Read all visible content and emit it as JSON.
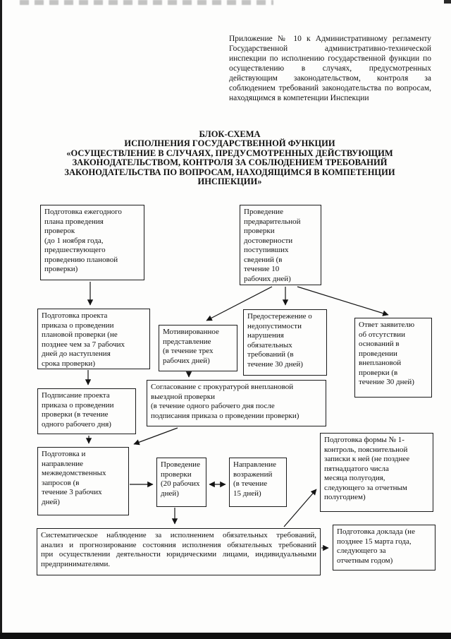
{
  "document": {
    "header_note": "Приложение № 10 к Административному регламенту Государственной административно-технической инспекции по исполнению государственной функции по осуществлению в случаях, предусмотренных действующим законодательством, контроля за соблюдением требований законодательства по вопросам, находящимся в компетенции Инспекции",
    "title_lines": [
      "БЛОК-СХЕМА",
      "ИСПОЛНЕНИЯ ГОСУДАРСТВЕННОЙ ФУНКЦИИ",
      "«ОСУЩЕСТВЛЕНИЕ В СЛУЧАЯХ, ПРЕДУСМОТРЕННЫХ ДЕЙСТВУЮЩИМ",
      "ЗАКОНОДАТЕЛЬСТВОМ, КОНТРОЛЯ ЗА СОБЛЮДЕНИЕМ ТРЕБОВАНИЙ",
      "ЗАКОНОДАТЕЛЬСТВА ПО ВОПРОСАМ, НАХОДЯЩИМСЯ В КОМПЕТЕНЦИИ",
      "ИНСПЕКЦИИ»"
    ]
  },
  "flowchart": {
    "nodes": {
      "annual_plan": "Подготовка ежегодного\nплана проведения\nпроверок\n(до 1 ноября года,\nпредшествующего\nпроведению плановой\nпроверки)",
      "preliminary_check": "Проведение\nпредварительной\nпроверки\nдостоверности\nпоступивших\nсведений (в\nтечение 10\nрабочих дней)",
      "draft_order_planned": "Подготовка проекта\nприказа о проведении\nплановой проверки (не\nпозднее чем за 7 рабочих\nдней до наступления\nсрока проверки)",
      "motivated_submission": "Мотивированное\nпредставление\n(в течение трех\nрабочих дней)",
      "caution_notice": "Предостережение о\nнедопустимости\nнарушения\nобязательных\nтребований (в\nтечение 30 дней)",
      "reply_to_applicant": "Ответ заявителю\nоб отсутствии\nоснований в\nпроведении\nвнеплановой\nпроверки (в\nтечение 30 дней)",
      "prosecutor_approval": "Согласование с прокуратурой внеплановой\nвыездной проверки\n(в течение одного рабочего дня после\nподписания приказа о проведении проверки)",
      "order_signing": "Подписание проекта\nприказа о проведении\nпроверки (в течение\nодного рабочего дня)",
      "interagency_requests": "Подготовка и\nнаправление\nмежведомственных\nзапросов (в\nтечение 3 рабочих\nдней)",
      "inspection": "Проведение\nпроверки\n(20 рабочих\nдней)",
      "objections": "Направление\nвозражений\n(в течение\n15 дней)",
      "form1_report": "Подготовка формы № 1-\nконтроль, пояснительной\nзаписки к ней (не позднее\nпятнадцатого числа\nмесяца полугодия,\nследующего за отчетным\nполугодием)",
      "systematic_observation": "Систематическое наблюдение за исполнением обязательных требований, анализ и прогнозирование состояния исполнения обязательных требований при осуществлении деятельности юридическими лицами, индивидуальными предпринимателями.",
      "report_preparation": "Подготовка доклада (не\nпозднее 15 марта года,\nследующего за\nотчетным годом)"
    },
    "edges": [
      {
        "from": "annual_plan",
        "to": "draft_order_planned",
        "style": "arrow"
      },
      {
        "from": "preliminary_check",
        "to": "motivated_submission",
        "style": "arrow"
      },
      {
        "from": "preliminary_check",
        "to": "caution_notice",
        "style": "arrow"
      },
      {
        "from": "preliminary_check",
        "to": "reply_to_applicant",
        "style": "arrow"
      },
      {
        "from": "motivated_submission",
        "to": "prosecutor_approval",
        "style": "arrow"
      },
      {
        "from": "draft_order_planned",
        "to": "order_signing",
        "style": "arrow"
      },
      {
        "from": "order_signing",
        "to": "interagency_requests",
        "style": "arrow"
      },
      {
        "from": "prosecutor_approval",
        "to": "interagency_requests",
        "style": "arrow"
      },
      {
        "from": "interagency_requests",
        "to": "inspection",
        "style": "arrow"
      },
      {
        "from": "inspection",
        "to": "objections",
        "style": "double-arrow"
      },
      {
        "from": "inspection",
        "to": "systematic_observation",
        "style": "arrow"
      },
      {
        "from": "systematic_observation",
        "to": "form1_report",
        "style": "arrow"
      },
      {
        "from": "systematic_observation",
        "to": "report_preparation",
        "style": "arrow"
      }
    ]
  }
}
